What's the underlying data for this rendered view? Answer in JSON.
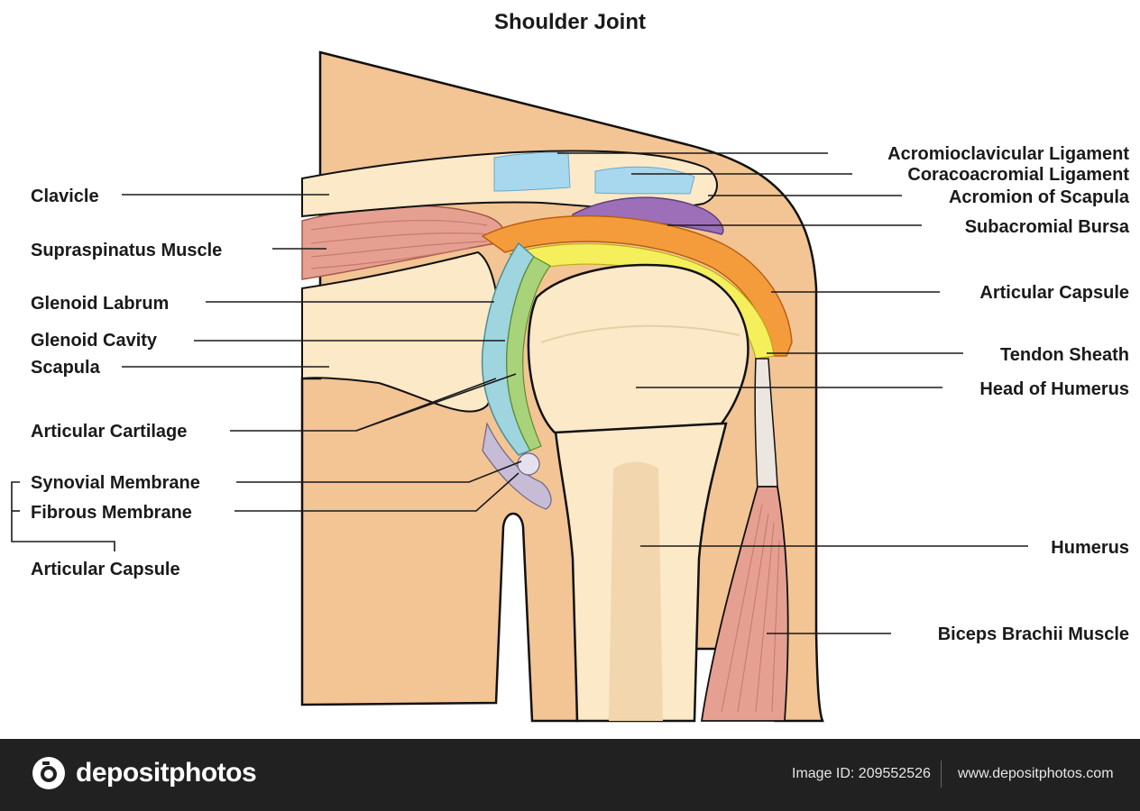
{
  "title": "Shoulder Joint",
  "labels_left": {
    "clavicle": "Clavicle",
    "supraspinatus": "Supraspinatus Muscle",
    "glenoid_labrum": "Glenoid Labrum",
    "glenoid_cavity": "Glenoid Cavity",
    "scapula": "Scapula",
    "articular_cartilage": "Articular Cartilage",
    "synovial_membrane": "Synovial Membrane",
    "fibrous_membrane": "Fibrous Membrane",
    "articular_capsule": "Articular Capsule"
  },
  "labels_right": {
    "acromioclavicular": "Acromioclavicular Ligament",
    "coracoacromial": "Coracoacromial Ligament",
    "acromion": "Acromion of Scapula",
    "subacromial_bursa": "Subacromial Bursa",
    "articular_capsule": "Articular Capsule",
    "tendon_sheath": "Tendon Sheath",
    "head_of_humerus": "Head of Humerus",
    "humerus": "Humerus",
    "biceps": "Biceps Brachii Muscle"
  },
  "colors": {
    "skin": "#f3c494",
    "bone": "#fbe9c8",
    "marrow": "#f2d6ad",
    "cartilage": "#a9d37a",
    "labrum": "#9fd5de",
    "bursa": "#9c6fb8",
    "capsule_outer": "#f49b3b",
    "tendon_sheath": "#f5ef5c",
    "muscle": "#e6a092",
    "ligament": "#a8d8ee"
  },
  "footer": {
    "brand": "depositphotos",
    "image_id": "Image ID: 209552526",
    "site": "www.depositphotos.com"
  }
}
